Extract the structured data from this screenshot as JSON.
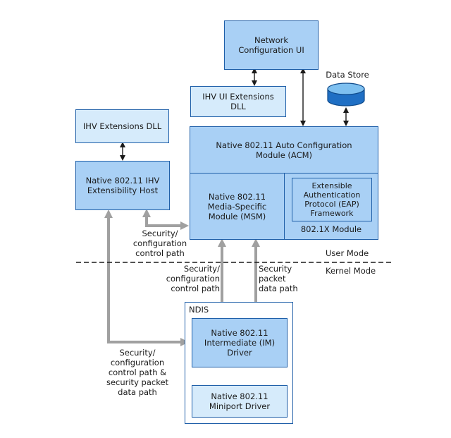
{
  "boxes": {
    "network_ui": "Network\nConfiguration UI",
    "ihv_ui_ext": "IHV UI Extensions\nDLL",
    "data_store": "Data Store",
    "ihv_ext_dll": "IHV Extensions DLL",
    "acm": "Native 802.11 Auto Configuration\nModule (ACM)",
    "ihv_host": "Native 802.11 IHV\nExtensibility Host",
    "msm": "Native 802.11\nMedia-Specific\nModule (MSM)",
    "eap": "Extensible\nAuthentication\nProtocol (EAP)\nFramework",
    "dot1x": "802.1X Module",
    "ndis": "NDIS",
    "im_driver": "Native 802.11\nIntermediate (IM)\nDriver",
    "miniport": "Native 802.11\nMiniport Driver"
  },
  "labels": {
    "sec_config_1": "Security/\nconfiguration\ncontrol path",
    "user_mode": "User Mode",
    "kernel_mode": "Kernel Mode",
    "sec_config_2": "Security/\nconfiguration\ncontrol path",
    "sec_packet": "Security\npacket\ndata path",
    "sec_config_3": "Security/\nconfiguration\ncontrol path &\nsecurity packet\ndata path"
  },
  "colors": {
    "box_dark": "#a9d0f5",
    "box_light": "#d6ebfb",
    "border": "#1f5fa8",
    "arrow_black": "#1a1a1a",
    "arrow_gray": "#a0a0a0"
  }
}
